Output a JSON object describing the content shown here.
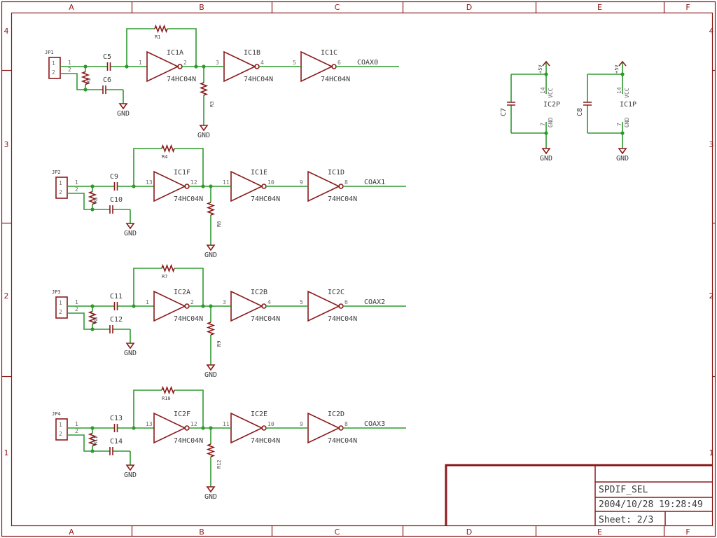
{
  "frame": {
    "columns": [
      "A",
      "B",
      "C",
      "D",
      "E",
      "F"
    ],
    "rows": [
      "4",
      "3",
      "2",
      "1"
    ]
  },
  "title_block": {
    "title": "SPDIF_SEL",
    "datetime": "2004/10/28 19:28:49",
    "sheet": "Sheet: 2/3"
  },
  "colors": {
    "frame": "#8b1a1a",
    "wire": "#2e9a2e",
    "text": "#3a3a3a"
  },
  "ground_label": "GND",
  "inverter_value": "74HC04N",
  "channels": [
    {
      "jumper": "JP1",
      "jumper_pins": [
        "1",
        "2"
      ],
      "cap_series": "C5",
      "cap_shunt": "C6",
      "r_shunt": "R2",
      "r_feedback": "R1",
      "r_pulldown": "R3",
      "gates": [
        {
          "name": "IC1A",
          "in": "1",
          "out": "2"
        },
        {
          "name": "IC1B",
          "in": "3",
          "out": "4"
        },
        {
          "name": "IC1C",
          "in": "5",
          "out": "6"
        }
      ],
      "output": "COAX0"
    },
    {
      "jumper": "JP2",
      "jumper_pins": [
        "1",
        "2"
      ],
      "cap_series": "C9",
      "cap_shunt": "C10",
      "r_shunt": "R5",
      "r_feedback": "R4",
      "r_pulldown": "R6",
      "gates": [
        {
          "name": "IC1F",
          "in": "13",
          "out": "12"
        },
        {
          "name": "IC1E",
          "in": "11",
          "out": "10"
        },
        {
          "name": "IC1D",
          "in": "9",
          "out": "8"
        }
      ],
      "output": "COAX1"
    },
    {
      "jumper": "JP3",
      "jumper_pins": [
        "1",
        "2"
      ],
      "cap_series": "C11",
      "cap_shunt": "C12",
      "r_shunt": "R8",
      "r_feedback": "R7",
      "r_pulldown": "R9",
      "gates": [
        {
          "name": "IC2A",
          "in": "1",
          "out": "2"
        },
        {
          "name": "IC2B",
          "in": "3",
          "out": "4"
        },
        {
          "name": "IC2C",
          "in": "5",
          "out": "6"
        }
      ],
      "output": "COAX2"
    },
    {
      "jumper": "JP4",
      "jumper_pins": [
        "1",
        "2"
      ],
      "cap_series": "C13",
      "cap_shunt": "C14",
      "r_shunt": "R11",
      "r_feedback": "R10",
      "r_pulldown": "R12",
      "gates": [
        {
          "name": "IC2F",
          "in": "13",
          "out": "12"
        },
        {
          "name": "IC2E",
          "in": "11",
          "out": "10"
        },
        {
          "name": "IC2D",
          "in": "9",
          "out": "8"
        }
      ],
      "output": "COAX3"
    }
  ],
  "power_units": [
    {
      "cap": "C7",
      "name": "IC2P",
      "supply": "+5V",
      "vcc_pin": "14",
      "vcc_label": "VCC",
      "gnd_pin": "7",
      "gnd_label": "GND"
    },
    {
      "cap": "C8",
      "name": "IC1P",
      "supply": "+5V",
      "vcc_pin": "14",
      "vcc_label": "VCC",
      "gnd_pin": "7",
      "gnd_label": "GND"
    }
  ]
}
